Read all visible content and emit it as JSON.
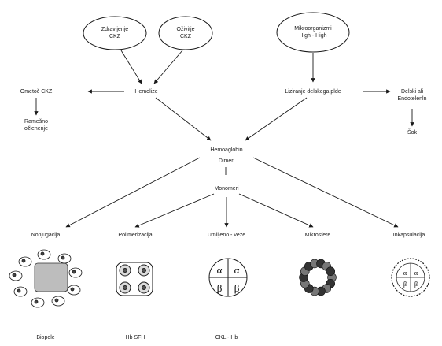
{
  "sources": [
    {
      "line1": "Zdravljenje",
      "line2": "CKZ"
    },
    {
      "line1": "Oživitje",
      "line2": "CKZ"
    },
    {
      "line1": "Mikroorganizmi",
      "line2": "High - High"
    }
  ],
  "nodes": {
    "hemolysis": "Hemolize",
    "remove_ckz": "Ometoč CKZ",
    "remove_result": {
      "line1": "Ramešno",
      "line2": "ožlenenje"
    },
    "lysis_process": "Liziranje delskega plde",
    "right_branch": {
      "line1": "Delski ali",
      "line2": "Endotelenln"
    },
    "right_end": "Šok",
    "hemo_center": "Hemoaglobin",
    "dimers": "Dimeri",
    "monomers": "Monomeri"
  },
  "outcomes": [
    {
      "label": "Nonjugacija",
      "caption": "Biopole"
    },
    {
      "label": "Polimerizacija",
      "caption": "Hb SFH"
    },
    {
      "label": "Umiljeno - veze",
      "caption": "CKL - Hb"
    },
    {
      "label": "Mikrosfere",
      "caption": ""
    },
    {
      "label": "Inkapsulacija",
      "caption": ""
    }
  ],
  "symbols": {
    "alpha": "α",
    "beta": "β"
  },
  "colors": {
    "ink": "#1a1a1a",
    "grey": "#555555",
    "background": "#ffffff"
  }
}
